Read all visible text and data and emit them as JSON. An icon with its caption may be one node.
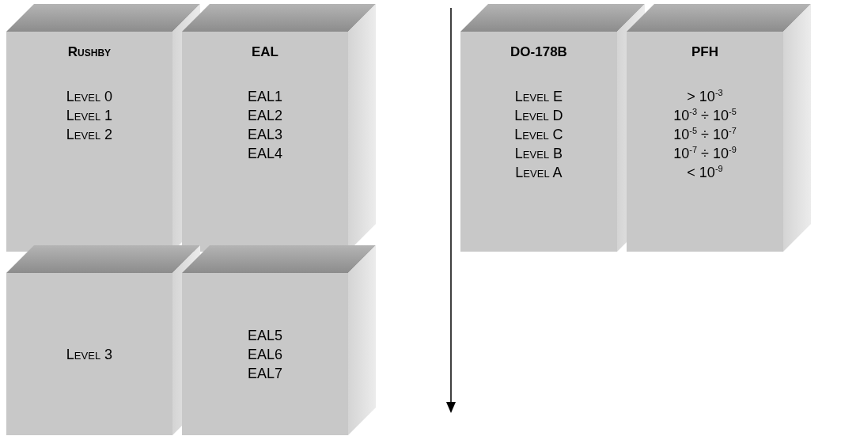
{
  "diagram": {
    "nodes": [
      {
        "text": [
          "Rushby",
          "Level 0",
          "Level 1",
          "Level 2"
        ]
      },
      {
        "text": [
          "EAL",
          "EAL1",
          "EAL2",
          "EAL3",
          "EAL4"
        ]
      },
      {
        "text": [
          "DO-178B",
          "Level E",
          "Level D",
          "Level C",
          "Level B",
          "Level A"
        ]
      },
      {
        "text": [
          "PFH",
          "> 10$^{-3}$",
          "10$^{-3}$ ÷ 10$^{-5}$",
          "10$^{-5}$ ÷ 10$^{-7}$",
          "10$^{-7}$ ÷ 10$^{-9}$",
          "< 10$^{-9}$"
        ]
      },
      {
        "text": [
          "Level 3"
        ]
      },
      {
        "text": [
          "EAL5",
          "EAL6",
          "EAL7"
        ]
      }
    ]
  }
}
